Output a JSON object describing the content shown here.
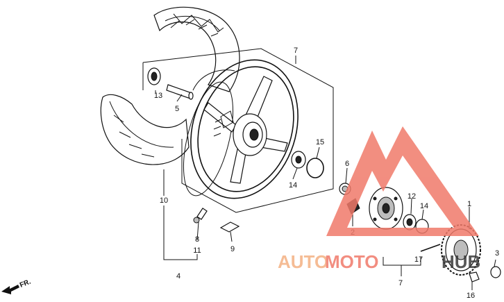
{
  "diagram": {
    "callouts": [
      {
        "id": "c1",
        "text": "1"
      },
      {
        "id": "c2",
        "text": "2"
      },
      {
        "id": "c3",
        "text": "3"
      },
      {
        "id": "c4",
        "text": "4"
      },
      {
        "id": "c5",
        "text": "5"
      },
      {
        "id": "c6",
        "text": "6"
      },
      {
        "id": "c7",
        "text": "7"
      },
      {
        "id": "c7b",
        "text": "7"
      },
      {
        "id": "c8",
        "text": "8"
      },
      {
        "id": "c9",
        "text": "9"
      },
      {
        "id": "c10",
        "text": "10"
      },
      {
        "id": "c11",
        "text": "11"
      },
      {
        "id": "c12",
        "text": "12"
      },
      {
        "id": "c13",
        "text": "13"
      },
      {
        "id": "c14a",
        "text": "14"
      },
      {
        "id": "c14b",
        "text": "14"
      },
      {
        "id": "c15",
        "text": "15"
      },
      {
        "id": "c16",
        "text": "16"
      },
      {
        "id": "c17",
        "text": "17"
      }
    ],
    "direction_label": "FR.",
    "watermark": {
      "text_left": "AUTO",
      "text_mid": "MOTO",
      "text_right": "HUB",
      "color_primary": "#f07a6a",
      "color_secondary": "#f4b183",
      "color_dark": "#3a3a3a"
    }
  }
}
